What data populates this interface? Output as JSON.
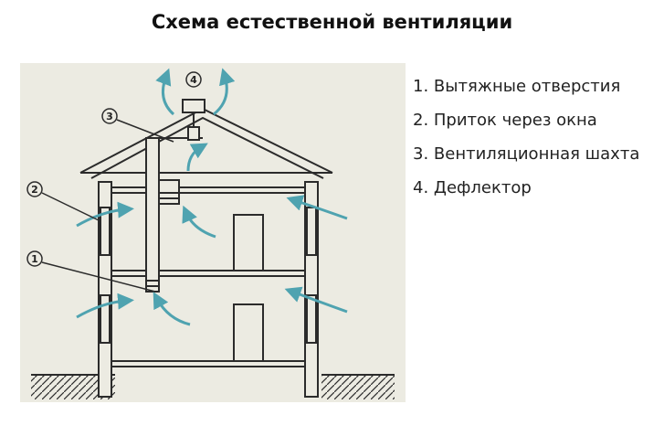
{
  "title": "Схема естественной вентиляции",
  "legend": [
    "1. Вытяжные отверстия",
    "2. Приток через окна",
    "3. Вентиляционная шахта",
    "4. Дефлектор"
  ],
  "callouts": [
    "1",
    "2",
    "3",
    "4"
  ],
  "colors": {
    "background_panel": "#ecebe2",
    "line": "#2b2b2b",
    "arrow": "#4fa3b0"
  }
}
